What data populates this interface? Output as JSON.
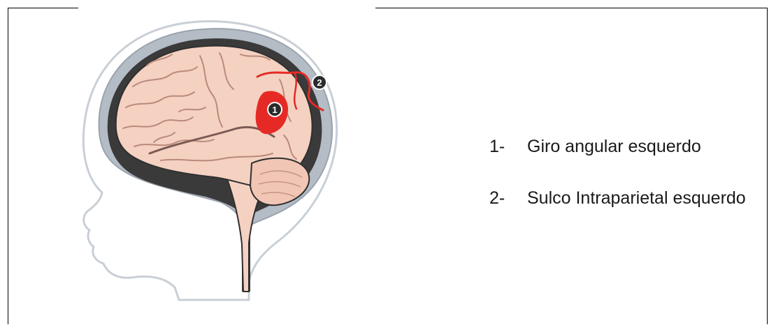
{
  "markers": {
    "one": "1",
    "two": "2"
  },
  "legend": {
    "items": [
      {
        "number": "1-",
        "text": "Giro angular esquerdo"
      },
      {
        "number": "2-",
        "text": "Sulco Intraparietal esquerdo"
      }
    ]
  },
  "colors": {
    "brain": "#f5d1c2",
    "highlight": "#e52a26",
    "outline": "#2f2f2f",
    "head_outline": "#c9cfd6"
  }
}
